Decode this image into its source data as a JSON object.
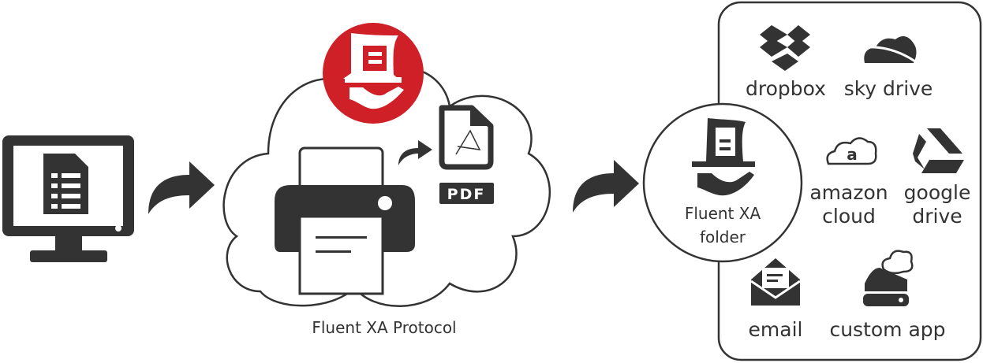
{
  "protocol_label": "Fluent XA Protocol",
  "pdf_label": "PDF",
  "folder": {
    "line1": "Fluent XA",
    "line2": "folder"
  },
  "destinations": {
    "dropbox": "dropbox",
    "skydrive": "sky drive",
    "amazon_line1": "amazon",
    "amazon_line2": "cloud",
    "amazon_glyph": "a",
    "google_line1": "google",
    "google_line2": "drive",
    "email": "email",
    "custom_app": "custom app"
  },
  "colors": {
    "dark": "#333333",
    "brand_red": "#d02027"
  }
}
